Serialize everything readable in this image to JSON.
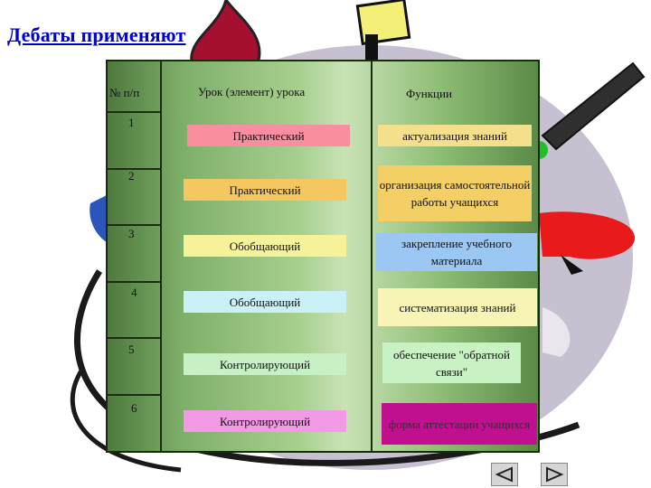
{
  "title": "Дебаты применяют",
  "table": {
    "headers": [
      "№ п/п",
      "Урок (элемент) урока",
      "Функции"
    ],
    "rows": [
      {
        "num": "1",
        "lesson": "Практический",
        "function": "актуализация знаний",
        "lesson_color": "#f88ea0",
        "function_color": "#f4e08c"
      },
      {
        "num": "2",
        "lesson": "Практический",
        "function": "организация самостоятельной работы учащихся",
        "lesson_color": "#f5c760",
        "function_color": "#f3cf66"
      },
      {
        "num": "3",
        "lesson": "Обобщающий",
        "function": "закрепление учебного материала",
        "lesson_color": "#f6f29a",
        "function_color": "#9cc7f2"
      },
      {
        "num": "4",
        "lesson": "Обобщающий",
        "function": "систематизация знаний",
        "lesson_color": "#c9f1f7",
        "function_color": "#f7f4b6"
      },
      {
        "num": "5",
        "lesson": "Контролирующий",
        "function": "обеспечение \"обратной связи\"",
        "lesson_color": "#c7f0c4",
        "function_color": "#c8f2c4"
      },
      {
        "num": "6",
        "lesson": "Контролирующий",
        "function": "форма аттестации учащихся",
        "lesson_color": "#f39ae6",
        "function_color": "#c0108f"
      }
    ]
  },
  "nav": {
    "back_icon": "triangle-left-icon",
    "forward_icon": "triangle-right-icon"
  }
}
